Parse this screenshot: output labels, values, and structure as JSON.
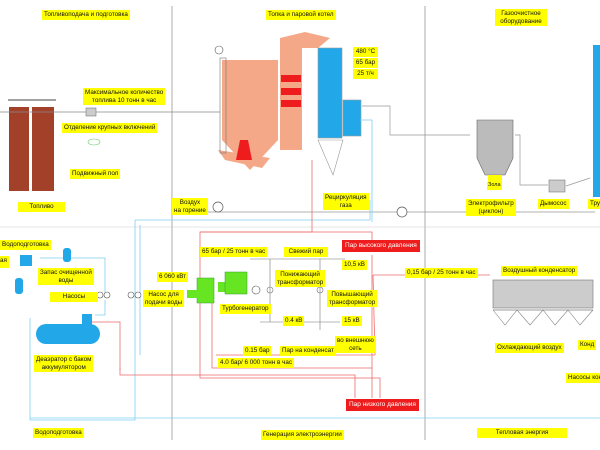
{
  "sections": {
    "fuel": "Топливоподача и подготовка",
    "boiler": "Топка и паровой котел",
    "gas_cleaning_1": "Газоочистное",
    "gas_cleaning_2": "оборудование",
    "water_prep": "Водоподготовка",
    "power": "Генерация электроэнергии",
    "heat": "Тепловая энергия"
  },
  "labels": {
    "max_fuel_1": "Максимальное количество",
    "max_fuel_2": "топлива 10 тонн в час",
    "separation": "Отделение крупных включений",
    "moving_floor": "Подвижный пол",
    "fuel": "Топливо",
    "air_1": "Воздух",
    "air_2": "на горение",
    "temp": "480 °C",
    "pressure": "65 бар",
    "flow": "25 т/ч",
    "recirc_1": "Рециркуляция",
    "recirc_2": "газа",
    "ash": "Зола",
    "filter_1": "Электрофильтр",
    "filter_2": "(циклон)",
    "fan": "Дымосос",
    "stack": "Тру",
    "water_prep_top": "Водоподготовка",
    "cut_left": "ая",
    "water_store_1": "Запас очищенной",
    "water_store_2": "воды",
    "pumps": "Насосы",
    "feed_pump_1": "Насос для",
    "feed_pump_2": "подачи воды",
    "deaerator_1": "Деаэратор с баком",
    "deaerator_2": "аккумулятором",
    "steam_in": "65 бар / 25 тонн в час",
    "fresh_steam": "Свежий пар",
    "hp_steam": "Пар высокого давления",
    "kv105": "10,5 кВ",
    "kw": "6 060 кВт",
    "turbogen": "Турбогенератор",
    "step_down_1": "Понижающий",
    "step_down_2": "трансформатор",
    "step_up_1": "Повышающий",
    "step_up_2": "трансформатор",
    "kv04": "0.4  кВ",
    "kv15": "15 кВ",
    "grid_1": "во внешнюю",
    "grid_2": "сеть",
    "bar015": "0.15 бар",
    "cond_steam": "Пар на конденсат",
    "extract": "4.0 бар/ 6 000 тонн в час",
    "to_cond": "0,15 бар / 25 тонн в час",
    "air_cond": "Воздушный конденсатор",
    "cool_air": "Охлаждающий воздух",
    "cond_cut": "Конд",
    "cond_pumps_cut": "Насосы кон",
    "lp_steam": "Пар низкого давления"
  },
  "colors": {
    "label_bg": "#ffff00",
    "steam": "#ee1c1c",
    "water": "#7fd0f0",
    "boiler": "#f4a888",
    "turbine": "#66e622",
    "brick": "#a3402a"
  }
}
